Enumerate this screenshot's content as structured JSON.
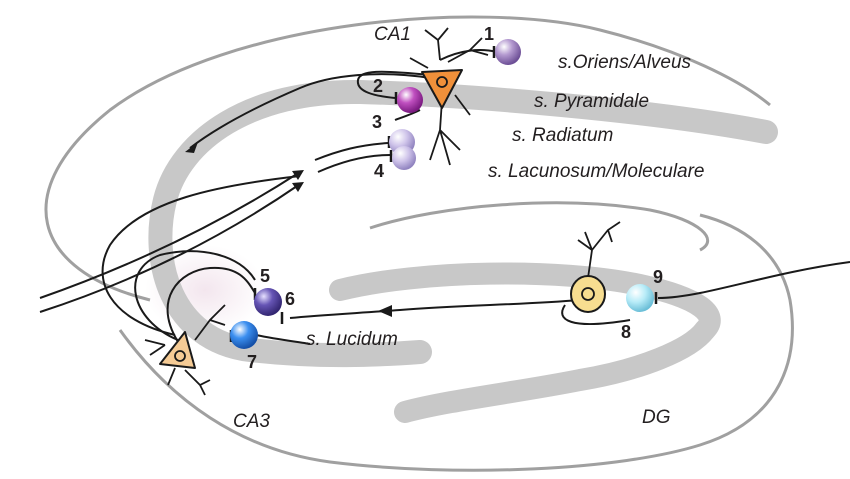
{
  "regions": {
    "ca1": "CA1",
    "ca3": "CA3",
    "dg": "DG"
  },
  "layers": {
    "oriens": "s.Oriens/Alveus",
    "pyramidale": "s. Pyramidale",
    "radiatum": "s. Radiatum",
    "lacunosum": "s. Lacunosum/Moleculare",
    "lucidum": "s. Lucidum"
  },
  "interneurons": [
    {
      "number": "1",
      "color": "#9b7fbf"
    },
    {
      "number": "2",
      "color": "#b040b0"
    },
    {
      "number": "3",
      "color": "#c8bde6"
    },
    {
      "number": "4",
      "color": "#c8bde6"
    },
    {
      "number": "5",
      "color": "#5e4fa8"
    },
    {
      "number": "6",
      "color": "#5e4fa8"
    },
    {
      "number": "7",
      "color": "#2b7fe0"
    },
    {
      "number": "8",
      "color": "#9fe0f0"
    },
    {
      "number": "9",
      "color": "#9fe0f0"
    }
  ],
  "colors": {
    "ca1_pyramidal": "#f0903a",
    "ca3_pyramidal": "#f5cb95",
    "granule_cell": "#f7dd90",
    "layer_band": "#c8c8c8",
    "outline": "#a0a0a0"
  }
}
